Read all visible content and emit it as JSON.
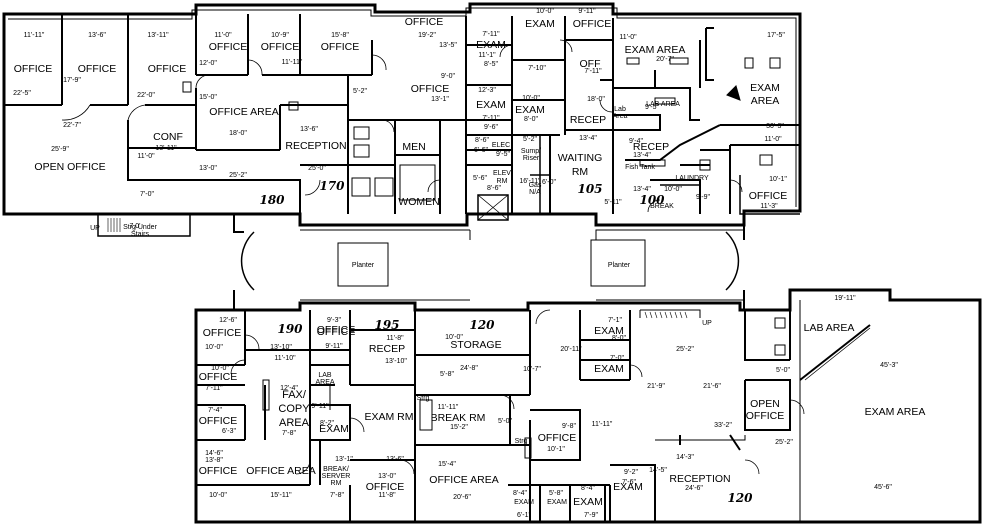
{
  "suites": [
    "180",
    "170",
    "105",
    "100",
    "190",
    "195",
    "120",
    "120"
  ],
  "rooms": [
    "OFFICE",
    "OFFICE",
    "OFFICE",
    "OFFICE",
    "OFFICE",
    "OFFICE",
    "OFFICE",
    "OFFICE AREA",
    "RECEPTION",
    "CONF",
    "OPEN OFFICE",
    "MEN",
    "WOMEN",
    "EXAM",
    "EXAM",
    "EXAM",
    "OFF",
    "RECEP",
    "WAITING",
    "RM",
    "ELEV",
    "RM",
    "Sump/",
    "Riser",
    "Gas",
    "N/A",
    "ELEC",
    "EXAM AREA",
    "EXAM",
    "AREA",
    "LAB AREA",
    "RECEP",
    "Fish Tank",
    "LAUNDRY",
    "BREAK",
    "OFFICE",
    "OFFICE",
    "OFFICE",
    "EXAM",
    "Strg Under",
    "Stairs",
    "UP",
    "Planter",
    "Planter",
    "OFFICE",
    "OFFICE",
    "OFFICE",
    "OFFICE",
    "FAX/",
    "COPY",
    "AREA",
    "OFFICE",
    "OFFICE AREA",
    "OFFICE",
    "LAB",
    "AREA",
    "RECEP",
    "EXAM RM",
    "EXAM",
    "BREAK/",
    "SERVER",
    "RM",
    "OFFICE",
    "STORAGE",
    "BREAK RM",
    "Strg",
    "Strg",
    "OFFICE",
    "OFFICE AREA",
    "EXAM",
    "EXAM",
    "EXAM",
    "EXAM",
    "EXAM",
    "EXAM",
    "RECEPTION",
    "LAB AREA",
    "OPEN",
    "OFFICE",
    "EXAM AREA",
    "UP",
    "Lab",
    "Area"
  ],
  "dims": [
    "11'-11\"",
    "13'-6\"",
    "13'-11\"",
    "11'-0\"",
    "10'-9\"",
    "15'-8\"",
    "19'-2\"",
    "13'-5\"",
    "22'-5\"",
    "17'-9\"",
    "22'-0\"",
    "12'-0\"",
    "11'-11\"",
    "15'-0\"",
    "25'-9\"",
    "22'-7\"",
    "13'-11\"",
    "11'-0\"",
    "18'-0\"",
    "13'-6\"",
    "25'-0\"",
    "13'-0\"",
    "25'-2\"",
    "7'-0\"",
    "5'-2\"",
    "9'-0\"",
    "13'-1\"",
    "10'-0\"",
    "9'-11\"",
    "7'-11\"",
    "8'-5\"",
    "11'-1\"",
    "12'-3\"",
    "7'-11\"",
    "7'-10\"",
    "10'-0\"",
    "8'-0\"",
    "13'-4\"",
    "16'-11\"",
    "7'-11\"",
    "18'-0\"",
    "8'-6\"",
    "6'-6\"",
    "5'-2\"",
    "5'-6\"",
    "8'-6\"",
    "6'-0\"",
    "5'-11\"",
    "11'-0\"",
    "20'-7\"",
    "17'-5\"",
    "30'-3\"",
    "11'-0\"",
    "9'-5\"",
    "9'-4\"",
    "13'-4\"",
    "13'-4\"",
    "10'-0\"",
    "9'-9\"",
    "10'-1\"",
    "11'-3\"",
    "7.0'",
    "12'-6\"",
    "10'-0\"",
    "13'-10\"",
    "9'-3\"",
    "9'-11\"",
    "11'-8\"",
    "13'-10\"",
    "11'-10\"",
    "10'-0\"",
    "7'-11\"",
    "12'-4\"",
    "7'-4\"",
    "6'-3\"",
    "7'-8\"",
    "9'-11\"",
    "8'-2\"",
    "13'-1\"",
    "13'-6\"",
    "14'-6\"",
    "13'-8\"",
    "10'-0\"",
    "15'-11\"",
    "7'-8\"",
    "11'-8\"",
    "13'-0\"",
    "10'-0\"",
    "24'-8\"",
    "5'-8\"",
    "11'-11\"",
    "15'-2\"",
    "5'-0\"",
    "15'-4\"",
    "20'-6\"",
    "20'-11\"",
    "10'-7\"",
    "9'-8\"",
    "10'-1\"",
    "7'-1\"",
    "8'-0\"",
    "7'-0\"",
    "25'-2\"",
    "21'-9\"",
    "21'-6\"",
    "11'-11\"",
    "33'-2\"",
    "14'-3\"",
    "14'-5\"",
    "9'-2\"",
    "7'-6\"",
    "24'-6\"",
    "8'-4\"",
    "5'-8\"",
    "8'-4\"",
    "7'-9\"",
    "6'-1\"",
    "19'-11\"",
    "45'-3\"",
    "5'-0\"",
    "25'-2\"",
    "45'-6\"",
    "9'-6\"",
    "9'-5\""
  ]
}
